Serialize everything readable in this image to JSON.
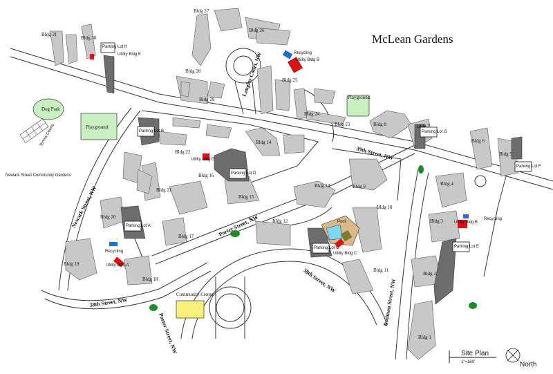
{
  "title": "McLean Gardens",
  "streets": {
    "newark": "Newark Street, NW",
    "porter": "Porter Street, NW",
    "s38": "38th Street, NW",
    "s38b": "38th Street, NW",
    "s39": "39th Street, NW",
    "rodman": "Rodman Street, NW",
    "porter2": "Porter Street, NW",
    "idaho": "Langley Court, NW"
  },
  "areas": {
    "dog_park": "Dog Park",
    "playground1": "Playground",
    "playground2": "Playground",
    "community_gardens": "Newark Street Community Gardens",
    "tennis": "Tennis Courts",
    "community_center": "Community Center",
    "pool": "Pool"
  },
  "buildings": [
    "Bldg 1",
    "Bldg 2",
    "Bldg 3",
    "Bldg 4",
    "Bldg 5",
    "Bldg 6",
    "Bldg 7",
    "Bldg 8",
    "Bldg 9",
    "Bldg 10",
    "Bldg 11",
    "Bldg 12",
    "Bldg 13",
    "Bldg 14",
    "Bldg 15",
    "Bldg 16",
    "Bldg 17",
    "Bldg 18",
    "Bldg 19",
    "Bldg 20",
    "Bldg 21",
    "Bldg 22",
    "Bldg 23",
    "Bldg 24",
    "Bldg 25",
    "Bldg 26",
    "Bldg 27",
    "Bldg 28",
    "Bldg 29",
    "Bldg 30",
    "Bldg 31"
  ],
  "parking": {
    "a": "Parking Lot A",
    "b": "Parking Lot B",
    "c": "Parking Lot C",
    "d": "Parking Lot D",
    "e": "Parking Lot E",
    "f": "Parking Lot F",
    "g": "Parking Lot G",
    "h": "Parking Lot H"
  },
  "utilities": {
    "a": "Utility Bldg A",
    "b": "Utility Bldg B",
    "c": "Utility Bldg C",
    "d": "Utility Bldg D",
    "e": "Utility Bldg E"
  },
  "recycling": "Recycling",
  "legend": {
    "site_plan": "Site Plan",
    "scale": "1\"=160'",
    "north": "North"
  },
  "colors": {
    "recycling": "#1a6fd6",
    "utility": "#e01010",
    "green": "#c9efc0",
    "tree": "#1e8a2a",
    "community_center": "#f4f07a",
    "building": "#c8c8c8",
    "lot": "#6d6d6d"
  }
}
